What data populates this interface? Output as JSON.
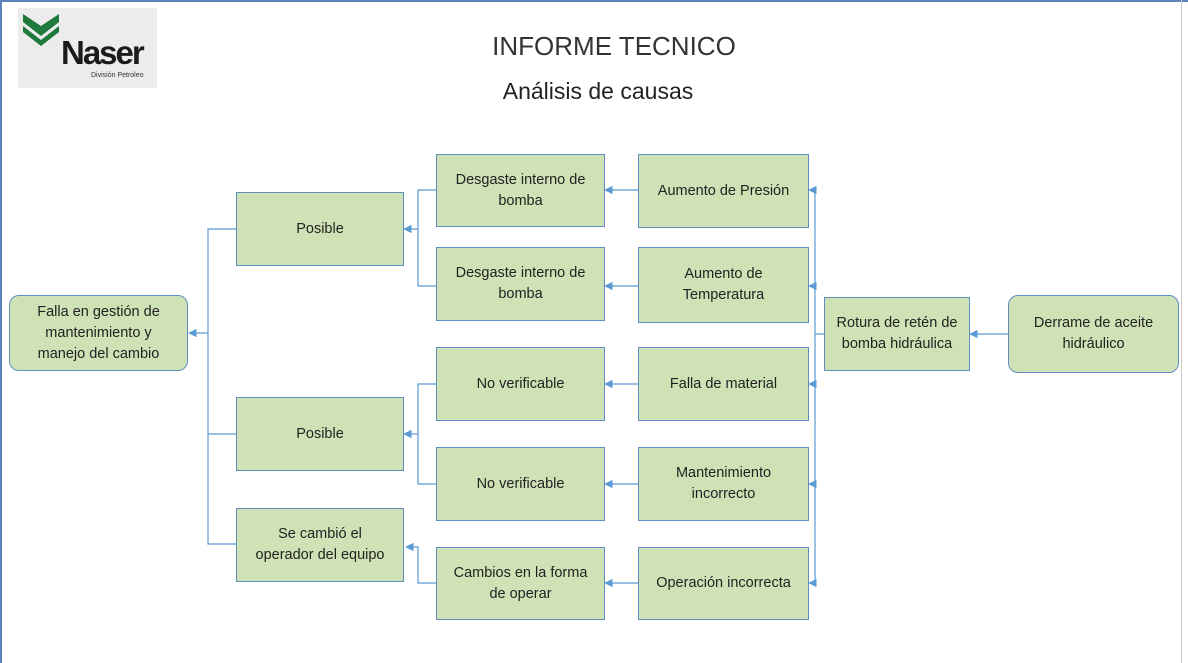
{
  "header": {
    "logo_text": "Naser",
    "logo_subtext": "División Petroleo",
    "title": "INFORME TECNICO",
    "subtitle": "Análisis de causas"
  },
  "colors": {
    "box_fill": "#cfe2b6",
    "box_border": "#5f8fc2",
    "connector": "#5b9bd5",
    "logo_green": "#1e7a3c"
  },
  "diagram": {
    "root": "Falla en gestión de\nmantenimiento y\nmanejo del cambio",
    "effect": "Derrame de aceite\nhidráulico",
    "failure": "Rotura de retén de\nbomba hidráulica",
    "causes": [
      "Aumento de Presión",
      "Aumento de\nTemperatura",
      "Falla de material",
      "Mantenimiento\nincorrecto",
      "Operación incorrecta"
    ],
    "findings": [
      "Desgaste interno de\nbomba",
      "Desgaste interno de\nbomba",
      "No verificable",
      "No verificable",
      "Cambios en la forma\nde operar"
    ],
    "conclusions": [
      "Posible",
      "Posible",
      "Se cambió el\noperador del equipo"
    ]
  }
}
